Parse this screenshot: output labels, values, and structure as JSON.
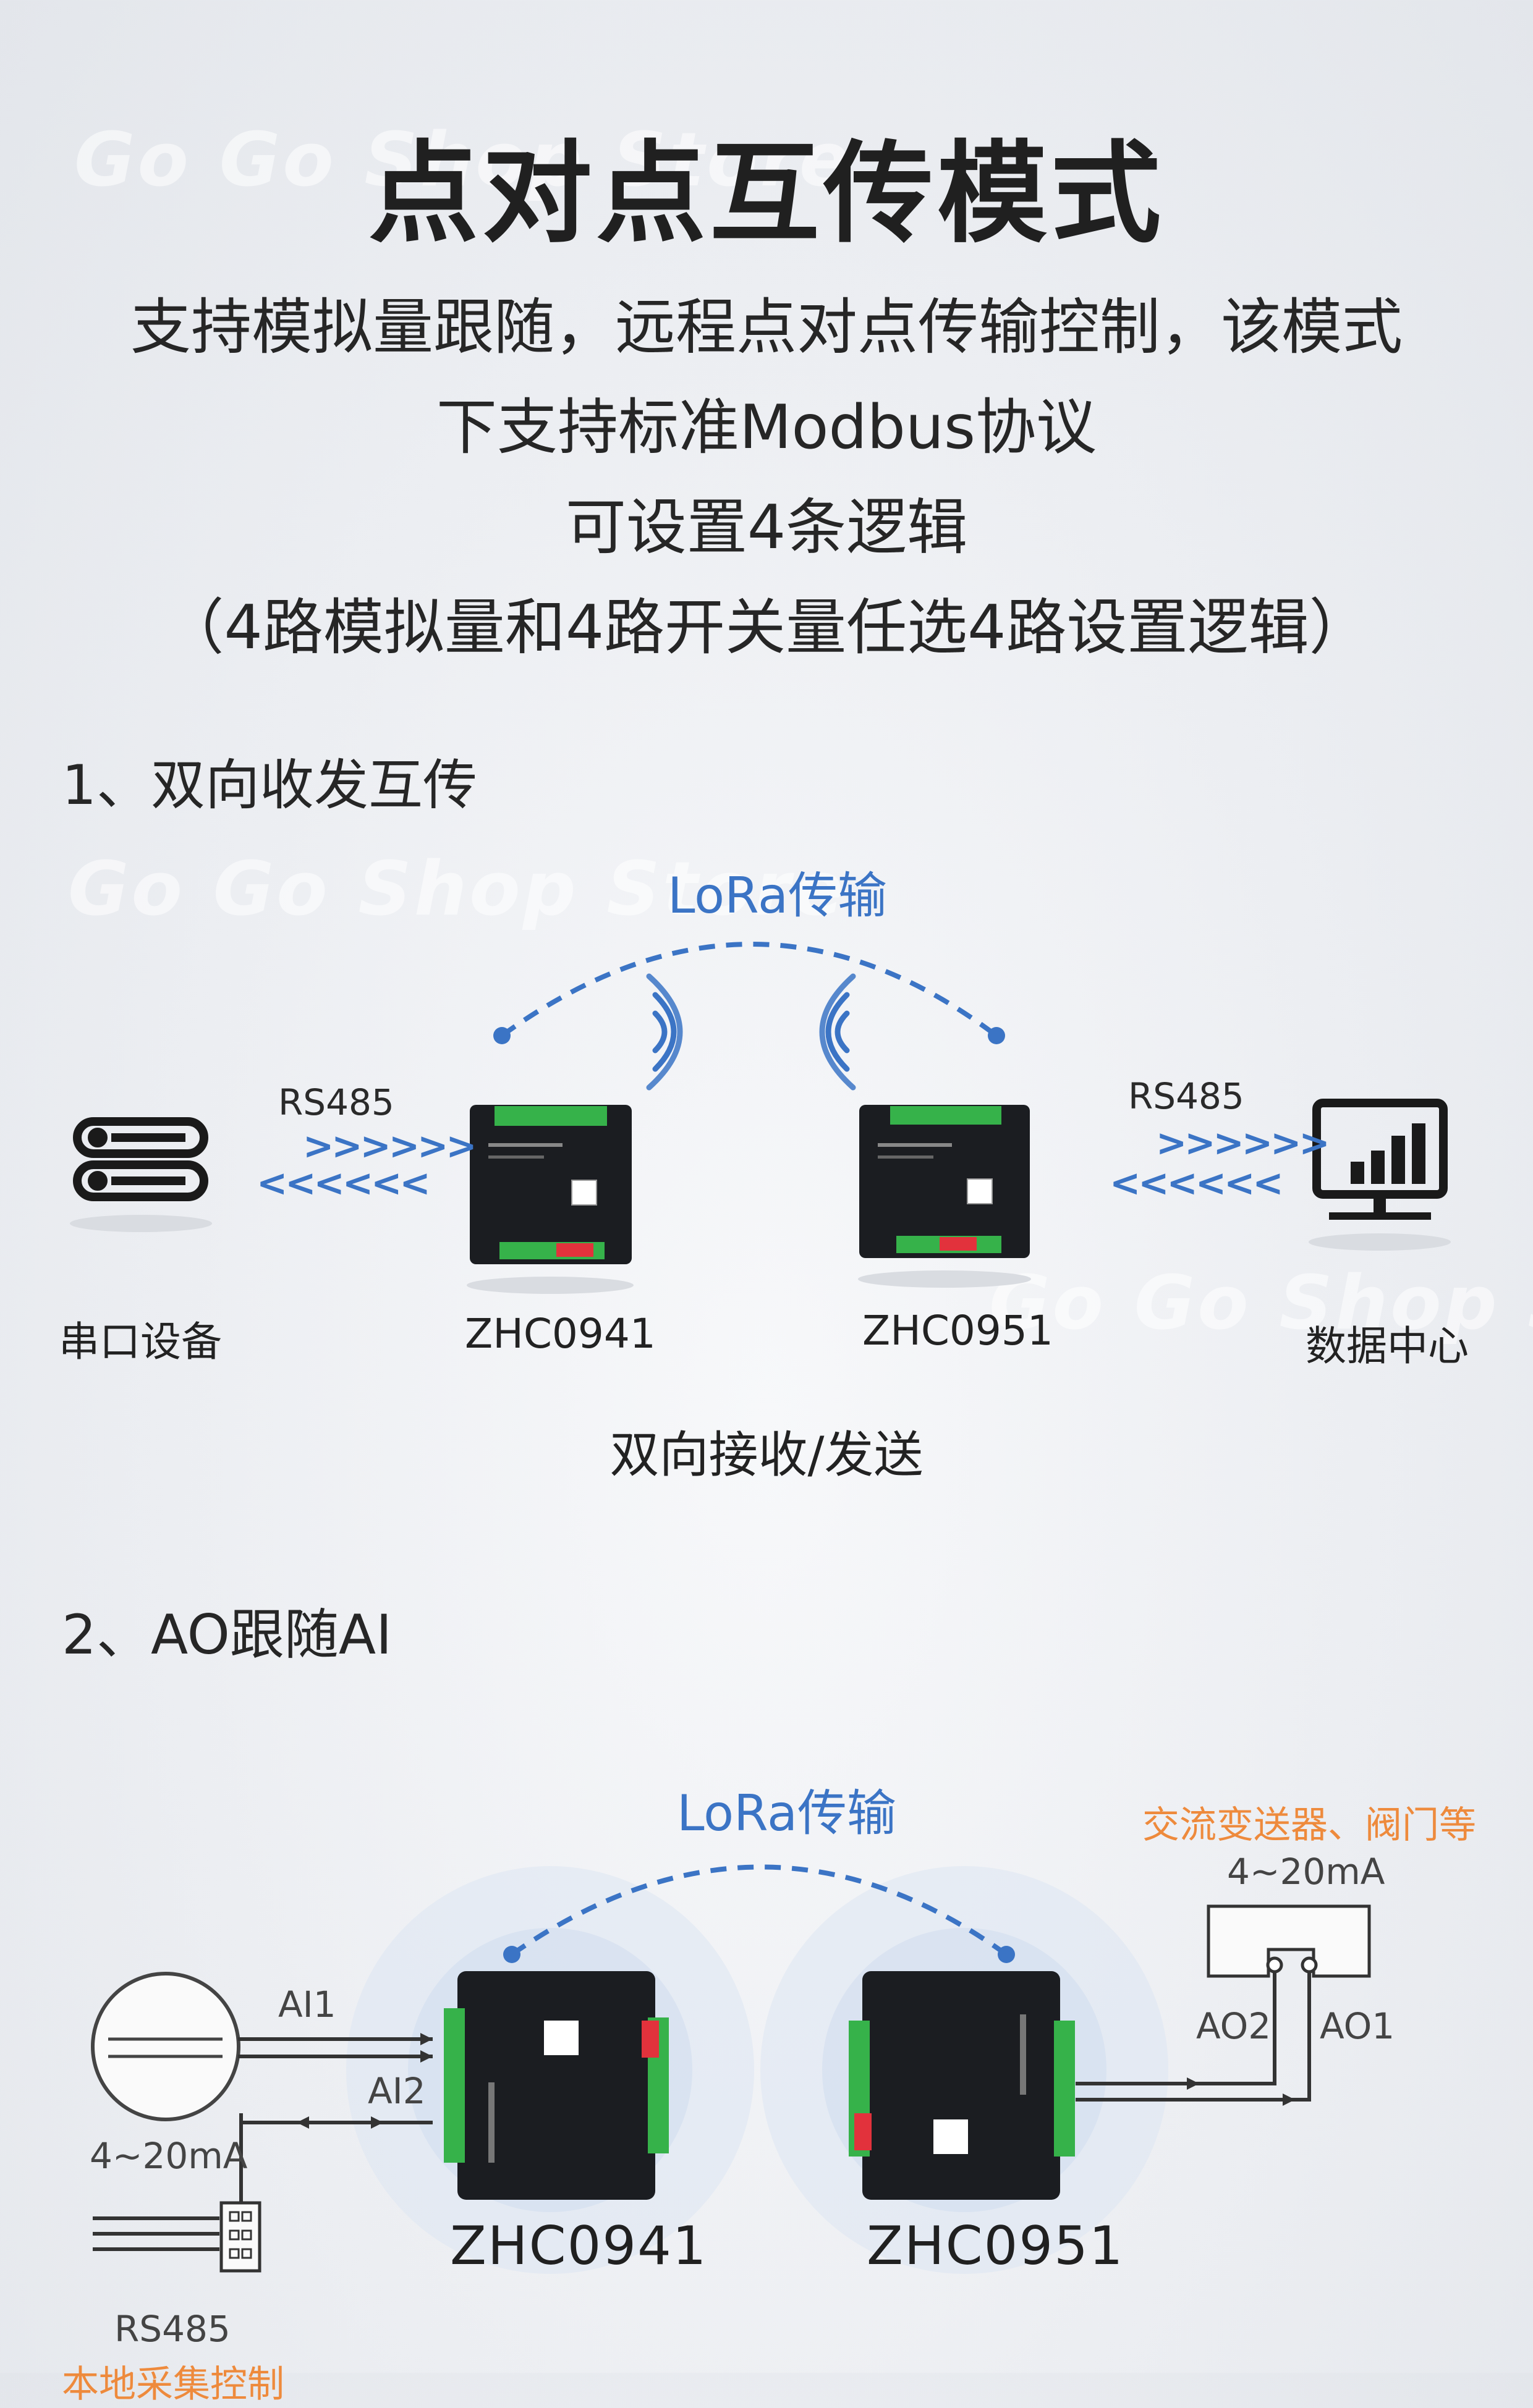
{
  "header": {
    "title": "点对点互传模式",
    "subtitle_lines": [
      "支持模拟量跟随，远程点对点传输控制，该模式",
      "下支持标准Modbus协议",
      "可设置4条逻辑",
      "（4路模拟量和4路开关量任选4路设置逻辑）"
    ]
  },
  "watermarks": [
    "Go Go Shop Store",
    "Go Go Shop Store",
    "Go Go Shop Store"
  ],
  "section1": {
    "heading": "1、双向收发互传",
    "lora_label": "LoRa传输",
    "left_rs485": "RS485",
    "right_rs485": "RS485",
    "send_arrows": ">>>>>>",
    "recv_arrows": "<<<<<<",
    "serial_device_label": "串口设备",
    "device1_label": "ZHC0941",
    "device2_label": "ZHC0951",
    "data_center_label": "数据中心",
    "caption": "双向接收/发送",
    "icons": {
      "serial_device": "server-icon",
      "data_center": "monitor-chart-icon",
      "wireless": "wifi-signal-icon"
    }
  },
  "section2": {
    "heading": "2、AO跟随AI",
    "lora_label": "LoRa传输",
    "ai1_label": "AI1",
    "ai2_label": "AI2",
    "input_current": "4~20mA",
    "rs485_label": "RS485",
    "bottom_partial_label": "本地采集控制",
    "ao2_label": "AO2",
    "ao1_label": "AO1",
    "output_current": "4~20mA",
    "output_target": "交流变送器、阀门等",
    "device1_label": "ZHC0941",
    "device2_label": "ZHC0951"
  },
  "colors": {
    "accent_blue": "#3b74c5",
    "orange": "#ee8a3c",
    "device_body": "#1b1d21",
    "terminal_green": "#36b24a",
    "dip_red": "#e2323c"
  }
}
